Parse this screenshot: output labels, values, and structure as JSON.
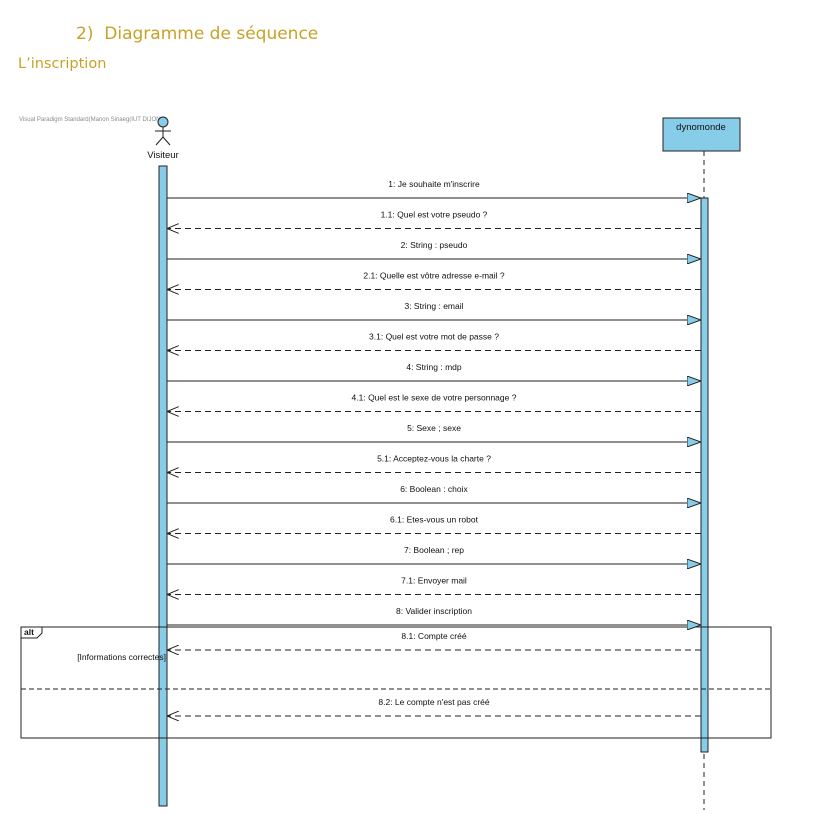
{
  "document": {
    "heading_number": "2)",
    "heading_text": "Diagramme de séquence",
    "subheading": "L’inscription",
    "watermark": "Visual Paradigm Standard(Manon Sinaeg(IUT DIJON))"
  },
  "diagram": {
    "actor": {
      "name": "Visiteur",
      "icon": "stick-figure-icon"
    },
    "object": {
      "name": "dynomonde"
    },
    "messages": [
      {
        "label": "1: Je souhaite m'inscrire",
        "kind": "call",
        "direction": "to-object"
      },
      {
        "label": "1.1: Quel est votre pseudo ?",
        "kind": "return",
        "direction": "to-actor"
      },
      {
        "label": "2: String : pseudo",
        "kind": "call",
        "direction": "to-object"
      },
      {
        "label": "2.1: Quelle est vôtre adresse e-mail ?",
        "kind": "return",
        "direction": "to-actor"
      },
      {
        "label": "3: String : email",
        "kind": "call",
        "direction": "to-object"
      },
      {
        "label": "3.1: Quel est votre mot de passe ?",
        "kind": "return",
        "direction": "to-actor"
      },
      {
        "label": "4: String : mdp",
        "kind": "call",
        "direction": "to-object"
      },
      {
        "label": "4.1: Quel est le sexe de votre personnage ?",
        "kind": "return",
        "direction": "to-actor"
      },
      {
        "label": "5: Sexe ; sexe",
        "kind": "call",
        "direction": "to-object"
      },
      {
        "label": "5.1: Acceptez-vous la charte ?",
        "kind": "return",
        "direction": "to-actor"
      },
      {
        "label": "6: Boolean : choix",
        "kind": "call",
        "direction": "to-object"
      },
      {
        "label": "6.1: Etes-vous un robot",
        "kind": "return",
        "direction": "to-actor"
      },
      {
        "label": "7: Boolean ; rep",
        "kind": "call",
        "direction": "to-object"
      },
      {
        "label": "7.1: Envoyer mail",
        "kind": "return",
        "direction": "to-actor"
      },
      {
        "label": "8: Valider inscription",
        "kind": "call",
        "direction": "to-object"
      }
    ],
    "alt": {
      "label": "alt",
      "guard": "[Informations correctes]",
      "first_message": {
        "label": "8.1: Compte créé",
        "kind": "return",
        "direction": "to-actor"
      },
      "second_message": {
        "label": "8.2: Le compte n'est pas créé",
        "kind": "return",
        "direction": "to-actor"
      }
    },
    "colors": {
      "lifeline_fill": "#87cde9",
      "heading": "#c8a227",
      "line": "#222222"
    }
  }
}
